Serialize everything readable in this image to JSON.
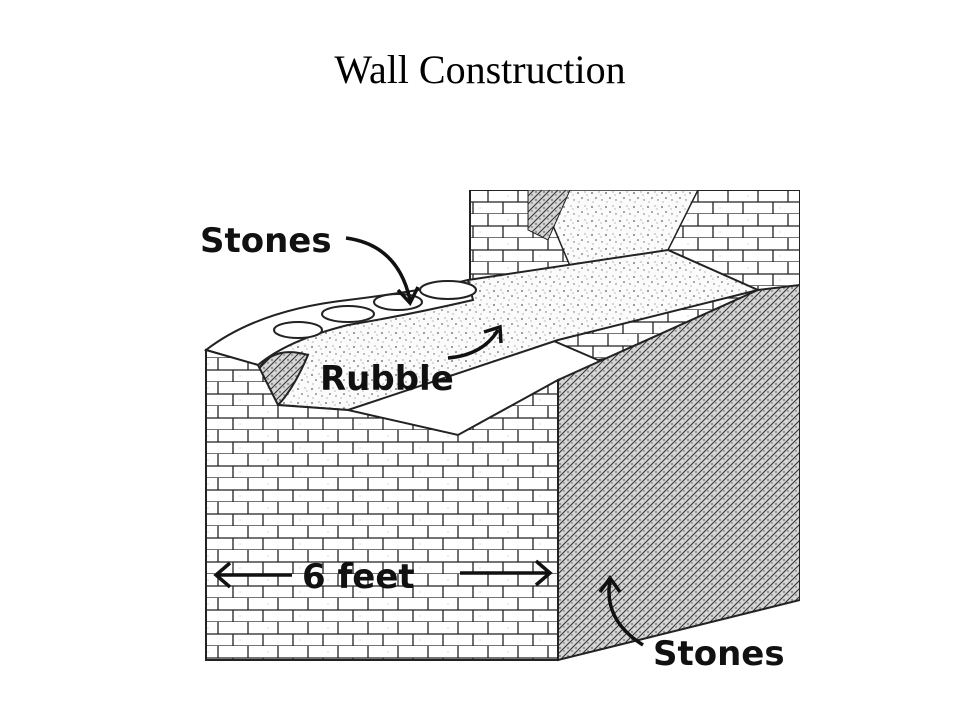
{
  "slide": {
    "title": "Wall Construction"
  },
  "diagram": {
    "labels": {
      "stones_top": "Stones",
      "rubble": "Rubble",
      "width": "6 feet",
      "stones_bottom": "Stones"
    }
  }
}
